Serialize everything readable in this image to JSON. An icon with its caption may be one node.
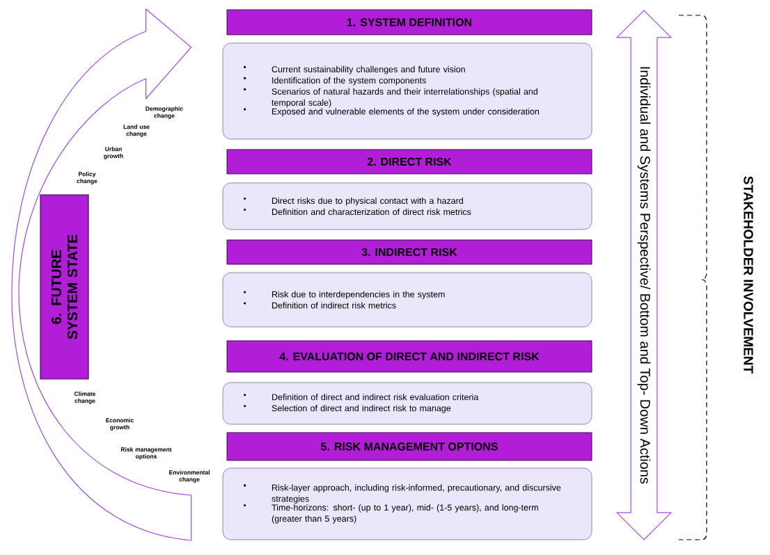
{
  "diagram": {
    "nodes": [
      {
        "text": [
          "1. SYSTEM DEFINITION"
        ]
      },
      {
        "text": [
          "Current sustainability challenges and future vision",
          "Identification of the system components",
          "Scenarios of natural hazards and their interrelationships (spatial and temporal scale)",
          "Exposed and vulnerable elements of the system under consideration"
        ]
      },
      {
        "text": [
          "2. DIRECT RISK"
        ]
      },
      {
        "text": [
          "Direct risks due to physical contact with a hazard",
          "Definition and characterization of direct risk metrics"
        ]
      },
      {
        "text": [
          "3. INDIRECT RISK"
        ]
      },
      {
        "text": [
          "Risk due to interdependencies in the system",
          "Definition of indirect risk metrics"
        ]
      },
      {
        "text": [
          "4. EVALUATION OF DIRECT AND INDIRECT RISK"
        ]
      },
      {
        "text": [
          "Definition of direct and indirect risk evaluation criteria",
          "Selection of direct and indirect risk to manage"
        ]
      },
      {
        "text": [
          "5. RISK MANAGEMENT OPTIONS"
        ]
      },
      {
        "text": [
          "Risk-layer approach, including risk-informed, precautionary, and discursive strategies",
          "Time-horizons: short- (up to 1 year), mid- (1-5 years), and long-term (greater than 5 years)"
        ]
      },
      {
        "text": [
          "6. FUTURE SYSTEM STATE"
        ]
      },
      {
        "text": [
          "Individual and Systems Perspective/ Bottom and Top- Down Actions"
        ]
      }
    ],
    "edges": [
      {
        "from": 9,
        "to": 1,
        "arrow": "to"
      }
    ],
    "labels": [
      "Demographic change",
      "Land use change",
      "Urban growth",
      "Policy change",
      "Climate change",
      "Economic growth",
      "Risk management options",
      "Environmental change",
      "STAKEHOLDER INVOLVEMENT"
    ]
  }
}
